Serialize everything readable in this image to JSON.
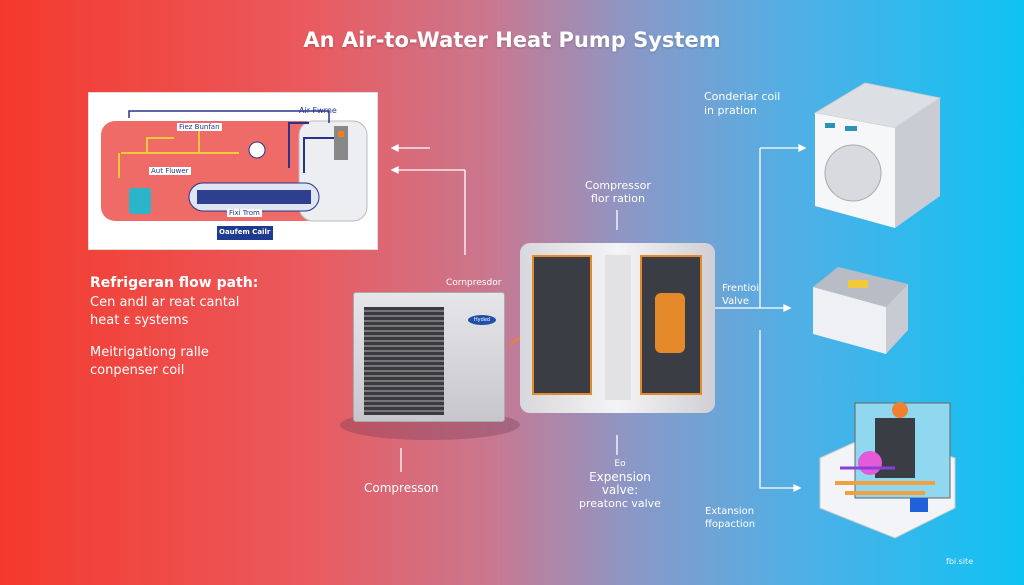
{
  "title": "An Air-to-Water Heat Pump System",
  "schematic": {
    "labels": [
      "Air Fwrne",
      "Fiez Bunfan",
      "Aut Fluwer",
      "Fixi Trom",
      "Oaufem Cailr"
    ]
  },
  "left_text": {
    "heading": "Refrigeran flow path:",
    "line1": "Cen andl ar reat cantal",
    "line2": "heat ε systems",
    "line3": "Meitrigationg ralle",
    "line4": "conpenser coil"
  },
  "labels": {
    "outdoor_unit": "Cornpresdor",
    "compression": "Compresson",
    "compressor_top": [
      "Compressor",
      "flor ration"
    ],
    "expansion_center": [
      "Eo",
      "Expension valve:",
      "preatonc valve"
    ],
    "condenser": [
      "Conderiar coil",
      "in pration"
    ],
    "frention": [
      "Frentioi",
      "Valve"
    ],
    "extension": [
      "Extansion",
      "ffopaction"
    ]
  },
  "unit_badge": "Hyded",
  "watermark": "fbi.site",
  "colors": {
    "left": "#f4392c",
    "right": "#0fc2f3",
    "schematic_red": "#ef6b68",
    "pipe_yellow": "#f3c93c",
    "pipe_blue": "#26358a"
  }
}
